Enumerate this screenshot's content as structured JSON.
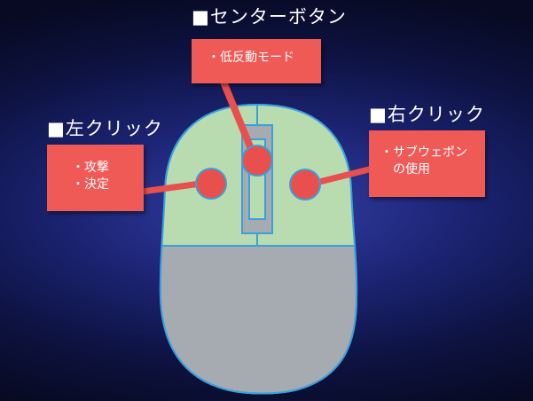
{
  "headings": {
    "center": "■センターボタン",
    "left": "■左クリック",
    "right": "■右クリック"
  },
  "callouts": {
    "center": [
      "・低反動モード"
    ],
    "left": [
      "・攻撃",
      "・決定"
    ],
    "right": [
      "・サブウェポン",
      "　の使用"
    ]
  },
  "colors": {
    "button_green": "#b8dcb0",
    "body_gray": "#a6abb1",
    "outline_blue": "#3aa0dc",
    "callout_red": "#ef5a57",
    "marker_red": "#e84f4d"
  }
}
